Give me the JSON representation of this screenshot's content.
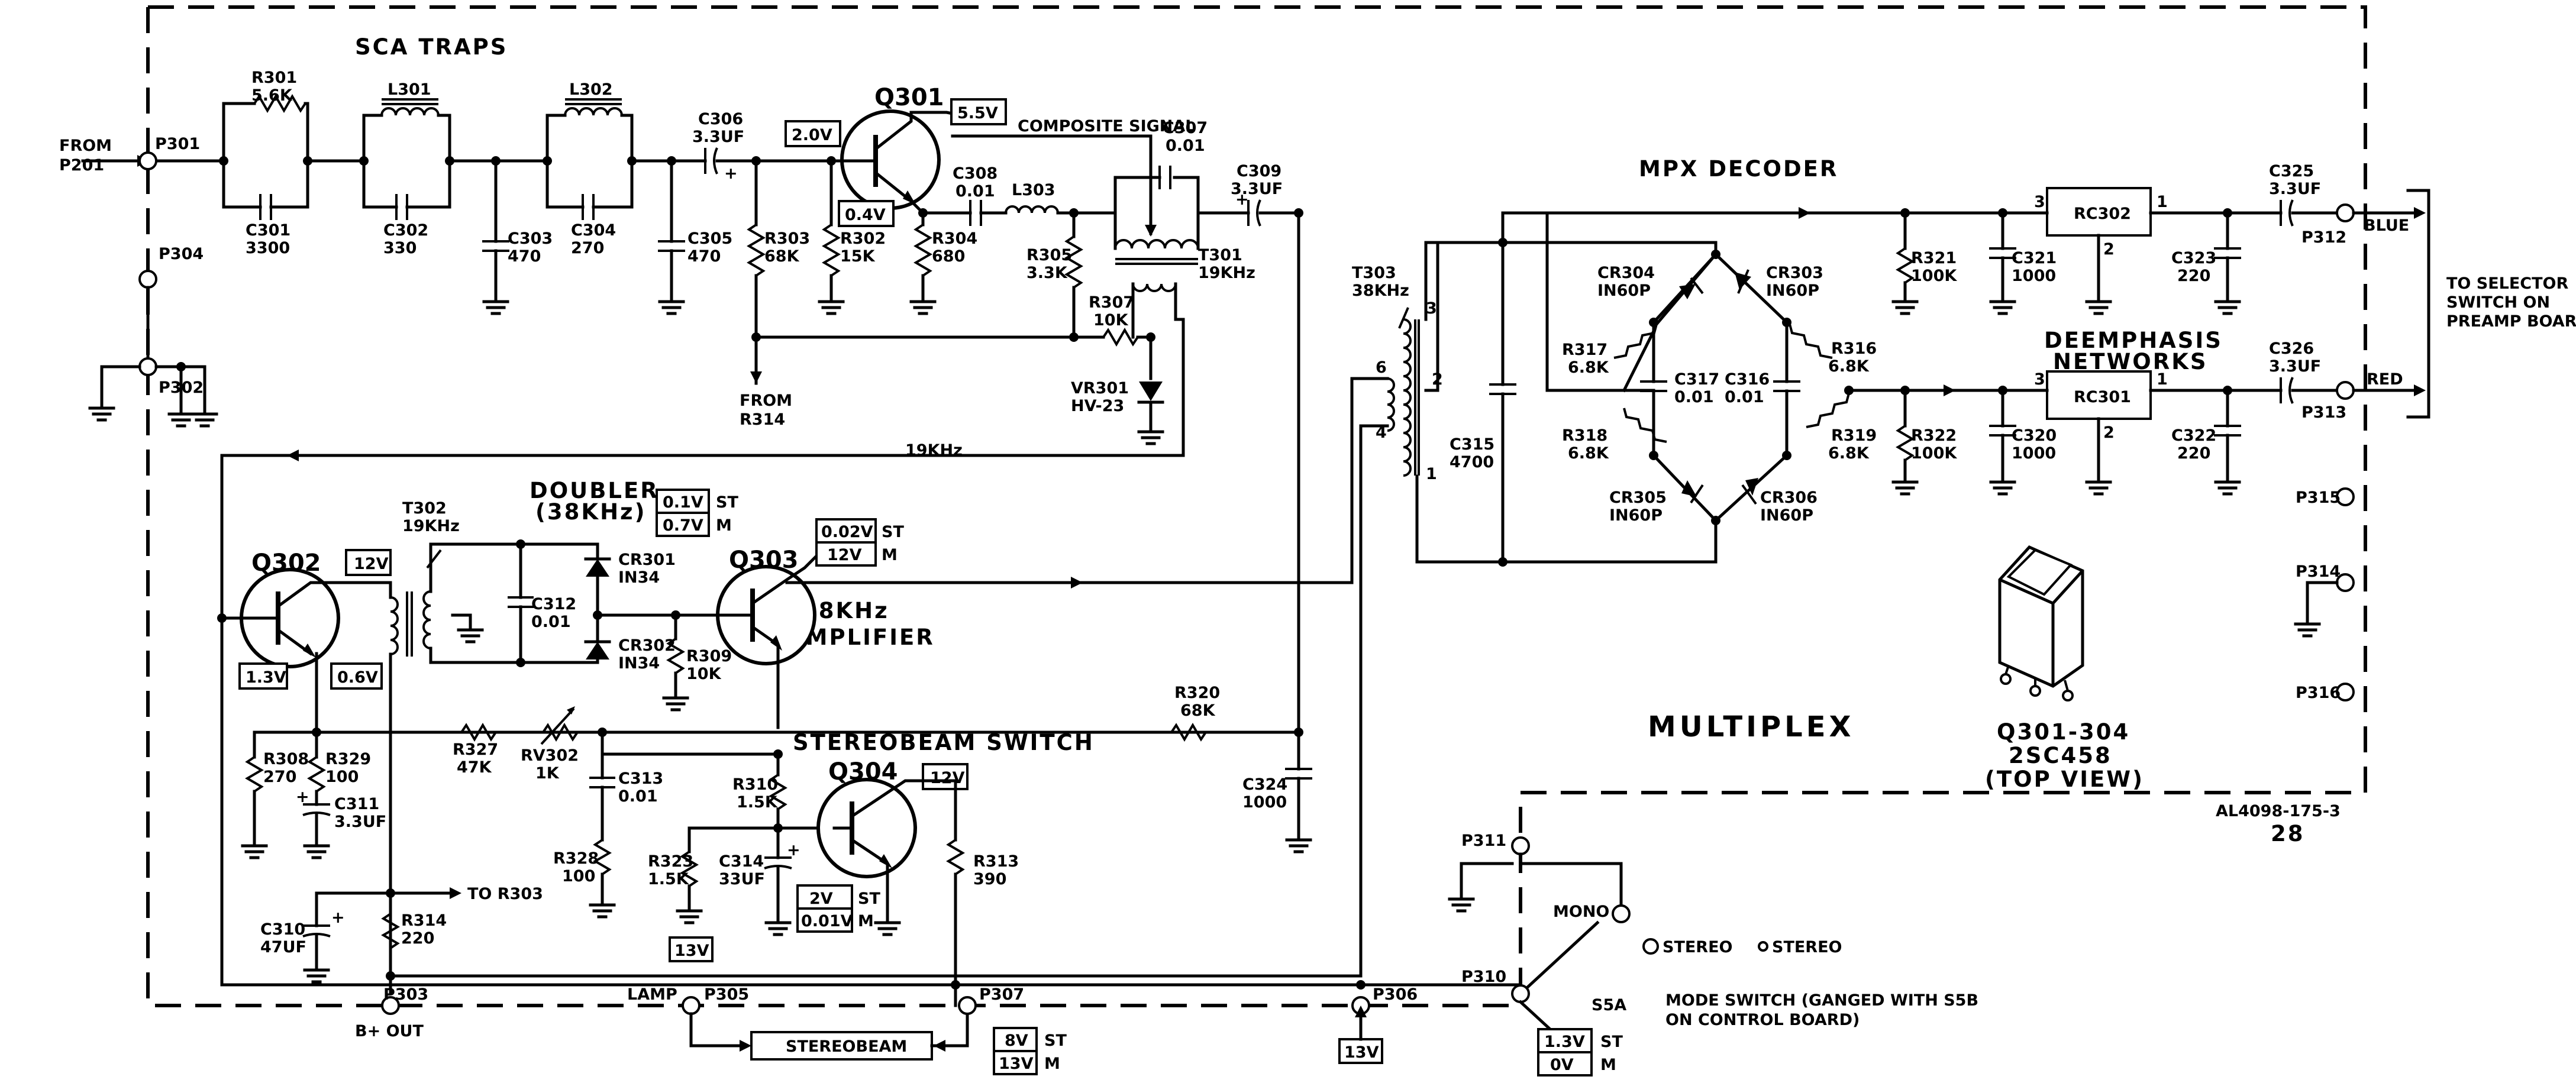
{
  "titles": {
    "sca_traps": "SCA TRAPS",
    "mpx_decoder": "MPX DECODER",
    "doubler": "DOUBLER",
    "doubler_freq": "(38KHz)",
    "deemphasis": "DEEMPHASIS",
    "networks": "NETWORKS",
    "amp_freq": "38KHz",
    "amplifier": "AMPLIFIER",
    "stereobeam_switch": "STEREOBEAM SWITCH",
    "multiplex": "MULTIPLEX",
    "composite_signal": "COMPOSITE SIGNAL",
    "sig_19khz": "19KHz"
  },
  "labels": {
    "from": "FROM",
    "p201": "P201",
    "from_r314_a": "FROM",
    "from_r314_b": "R314",
    "to_r303": "TO R303",
    "b_out": "B+ OUT",
    "lamp": "LAMP",
    "stereobeam": "STEREOBEAM",
    "mono": "MONO",
    "stereo_dot": "STEREO",
    "stereo_mark": "STEREO",
    "s5a": "S5A",
    "blue": "BLUE",
    "red": "RED",
    "to_selector_1": "TO SELECTOR",
    "to_selector_2": "SWITCH ON",
    "to_selector_3": "PREAMP BOARD",
    "mode_switch_1": "MODE SWITCH (GANGED WITH S5B",
    "mode_switch_2": "ON CONTROL BOARD)",
    "q_note_1": "Q301-304",
    "q_note_2": "2SC458",
    "q_note_3": "(TOP VIEW)",
    "drawing_no": "AL4098-175-3",
    "page_no": "28"
  },
  "ports": {
    "p301": "P301",
    "p302": "P302",
    "p303": "P303",
    "p304": "P304",
    "p305": "P305",
    "p306": "P306",
    "p307": "P307",
    "p310": "P310",
    "p311": "P311",
    "p312": "P312",
    "p313": "P313",
    "p314": "P314",
    "p315": "P315",
    "p316": "P316"
  },
  "components": {
    "r301": [
      "R301",
      "5.6K"
    ],
    "l301": [
      "L301"
    ],
    "l302": [
      "L302"
    ],
    "c301": [
      "C301",
      "3300"
    ],
    "c302": [
      "C302",
      "330"
    ],
    "c303": [
      "C303",
      "470"
    ],
    "c304": [
      "C304",
      "270"
    ],
    "c305": [
      "C305",
      "470"
    ],
    "c306": [
      "C306",
      "3.3UF"
    ],
    "r303": [
      "R303",
      "68K"
    ],
    "r302": [
      "R302",
      "15K"
    ],
    "r304": [
      "R304",
      "680"
    ],
    "c308": [
      "C308",
      "0.01"
    ],
    "l303": [
      "L303"
    ],
    "r305": [
      "R305",
      "3.3K"
    ],
    "c307": [
      "C307",
      "0.01"
    ],
    "t301": [
      "T301",
      "19KHz"
    ],
    "c309": [
      "C309",
      "3.3UF"
    ],
    "r307": [
      "R307",
      "10K"
    ],
    "vr301": [
      "VR301",
      "HV-23"
    ],
    "q301": [
      "Q301"
    ],
    "q302": [
      "Q302"
    ],
    "q303": [
      "Q303"
    ],
    "q304": [
      "Q304"
    ],
    "t302": [
      "T302",
      "19KHz"
    ],
    "c312": [
      "C312",
      "0.01"
    ],
    "cr301": [
      "CR301",
      "IN34"
    ],
    "cr302": [
      "CR302",
      "IN34"
    ],
    "r309": [
      "R309",
      "10K"
    ],
    "r308": [
      "R308",
      "270"
    ],
    "r329": [
      "R329",
      "100"
    ],
    "c311": [
      "C311",
      "3.3UF"
    ],
    "r327": [
      "R327",
      "47K"
    ],
    "rv302": [
      "RV302",
      "1K"
    ],
    "r320": [
      "R320",
      "68K"
    ],
    "c313": [
      "C313",
      "0.01"
    ],
    "r328": [
      "R328",
      "100"
    ],
    "r310": [
      "R310",
      "1.5K"
    ],
    "r323": [
      "R323",
      "1.5K"
    ],
    "c314": [
      "C314",
      "33UF"
    ],
    "r313": [
      "R313",
      "390"
    ],
    "c310": [
      "C310",
      "47UF"
    ],
    "r314": [
      "R314",
      "220"
    ],
    "c324": [
      "C324",
      "1000"
    ],
    "t303": [
      "T303",
      "38KHz"
    ],
    "c315": [
      "C315",
      "4700"
    ],
    "cr304": [
      "CR304",
      "IN60P"
    ],
    "cr303": [
      "CR303",
      "IN60P"
    ],
    "cr305": [
      "CR305",
      "IN60P"
    ],
    "cr306": [
      "CR306",
      "IN60P"
    ],
    "r317": [
      "R317",
      "6.8K"
    ],
    "r316": [
      "R316",
      "6.8K"
    ],
    "r318": [
      "R318",
      "6.8K"
    ],
    "r319": [
      "R319",
      "6.8K"
    ],
    "c317": [
      "C317",
      "0.01"
    ],
    "c316": [
      "C316",
      "0.01"
    ],
    "r321": [
      "R321",
      "100K"
    ],
    "c321": [
      "C321",
      "1000"
    ],
    "r322": [
      "R322",
      "100K"
    ],
    "c320": [
      "C320",
      "1000"
    ],
    "rc302": [
      "RC302"
    ],
    "rc301": [
      "RC301"
    ],
    "c323": [
      "C323",
      "220"
    ],
    "c322": [
      "C322",
      "220"
    ],
    "c325": [
      "C325",
      "3.3UF"
    ],
    "c326": [
      "C326",
      "3.3UF"
    ]
  },
  "pins": {
    "t303_3": "3",
    "t303_2": "2",
    "t303_6": "6",
    "t303_4": "4",
    "t303_1": "1",
    "rc_in": "3",
    "rc_out": "1",
    "rc_gnd": "2"
  },
  "voltages": {
    "q301_c": "5.5V",
    "q301_b": "2.0V",
    "q301_e": "0.4V",
    "q302_c": "12V",
    "q302_b": "1.3V",
    "q302_e": "0.6V",
    "q303_b_st": "0.1V",
    "q303_b_m": "0.7V",
    "q303_c_st": "0.02V",
    "q303_c_m": "12V",
    "q304_c": "12V",
    "q304_e_st": "2V",
    "q304_e_m": "0.01V",
    "v13_a": "13V",
    "v13_b": "13V",
    "p307_st": "8V",
    "p307_m": "13V",
    "p310_st": "1.3V",
    "p310_m": "0V",
    "st": "ST",
    "m": "M"
  }
}
